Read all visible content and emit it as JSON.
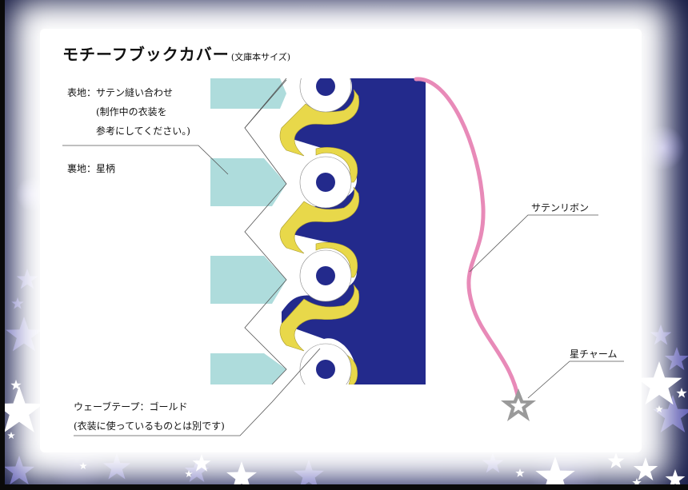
{
  "title": {
    "main": "モチーフブックカバー",
    "sub": "(文庫本サイズ)"
  },
  "labels": {
    "outer_fabric": {
      "line1": "表地：サテン縫い合わせ",
      "line2": "(制作中の衣装を",
      "line3": "参考にしてください。)"
    },
    "inner_fabric": "裏地：星柄",
    "wave_tape": {
      "line1": "ウェーブテープ：ゴールド",
      "line2": "(衣装に使っているものとは別です)"
    },
    "satin_ribbon": "サテンリボン",
    "star_charm": "星チャーム"
  },
  "colors": {
    "navy_fabric": "#232a8c",
    "light_teal": "#aedcdc",
    "gold_tape": "#e8d84a",
    "pink_ribbon": "#e88ab8",
    "charm_gray": "#9a9a9a",
    "leader_line": "#555555",
    "background": "#1c2158"
  },
  "icons": {
    "charm": "star-outline-icon",
    "background": "star-icon"
  }
}
